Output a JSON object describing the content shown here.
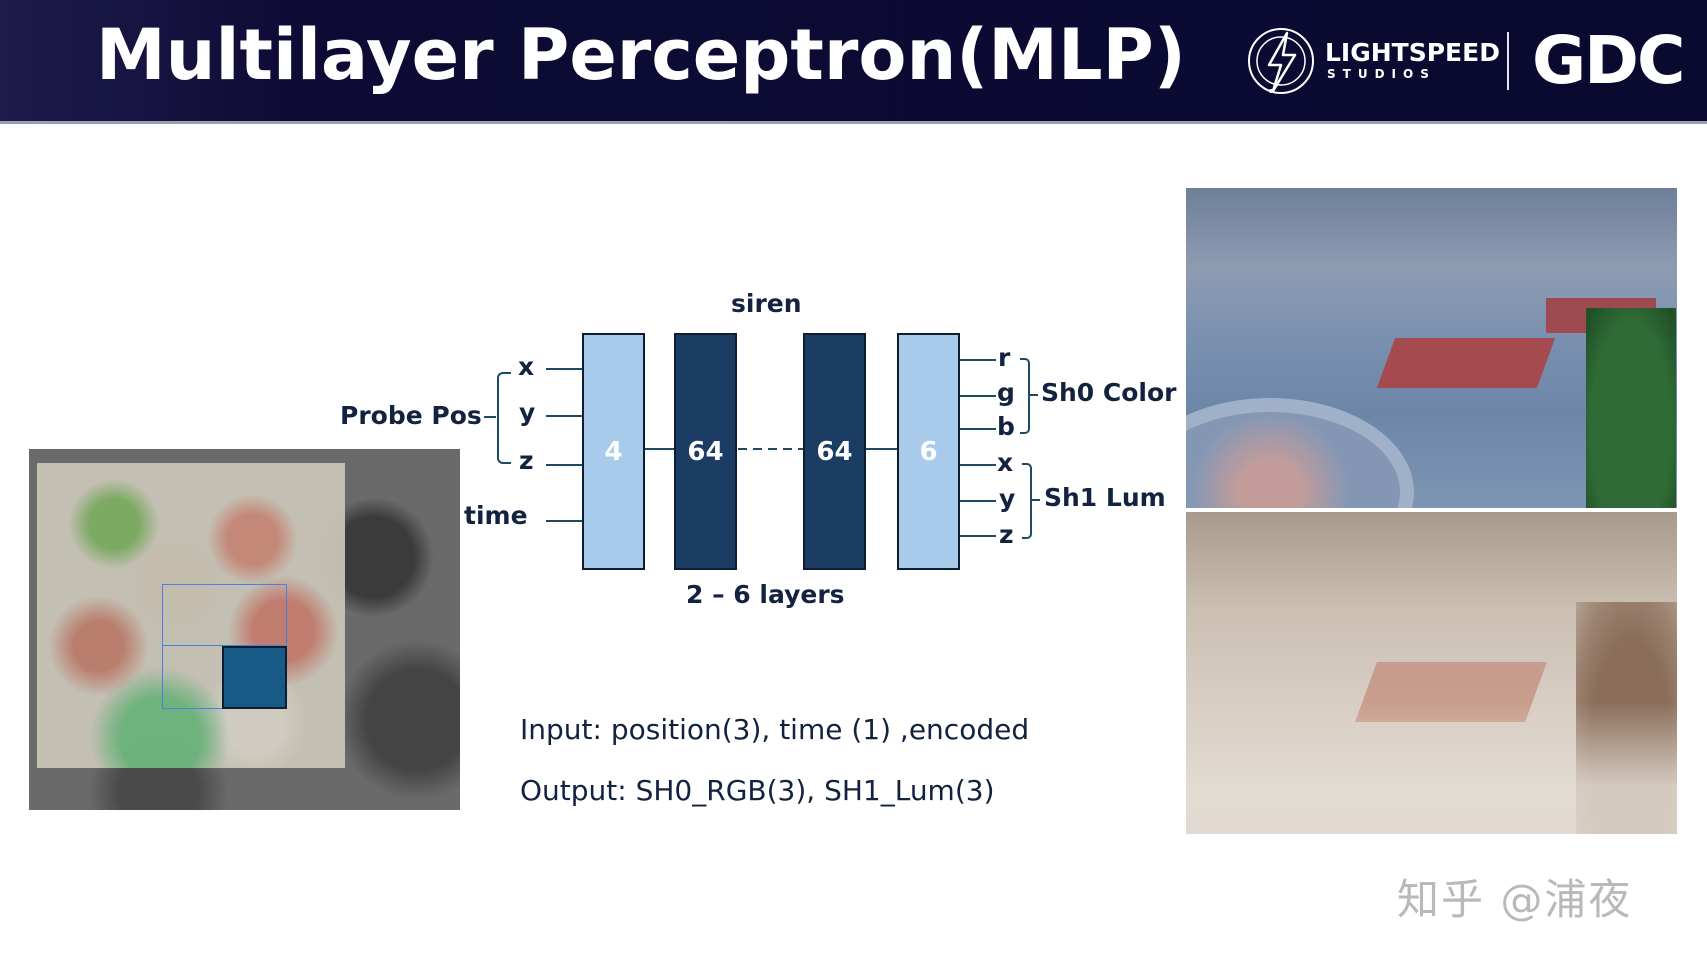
{
  "header": {
    "title": "Multilayer Perceptron(MLP)",
    "logo_lightspeed": "LIGHTSPEED",
    "logo_lightspeed_sub": "STUDIOS",
    "logo_gdc": "GDC",
    "background_color": "#0a0a30"
  },
  "diagram": {
    "network_name": "siren",
    "inputs": {
      "group_label": "Probe Pos",
      "items": [
        "x",
        "y",
        "z"
      ],
      "extra_input": "time"
    },
    "layers": [
      {
        "label": "4",
        "style": "light"
      },
      {
        "label": "64",
        "style": "dark"
      },
      {
        "label": "64",
        "style": "dark"
      },
      {
        "label": "6",
        "style": "light"
      }
    ],
    "layers_caption": "2 – 6 layers",
    "outputs": {
      "sh0_items": [
        "r",
        "g",
        "b"
      ],
      "sh0_label": "Sh0 Color",
      "sh1_items": [
        "x",
        "y",
        "z"
      ],
      "sh1_label": "Sh1 Lum"
    },
    "colors": {
      "light_layer": "#a8cbec",
      "dark_layer": "#1b3d64",
      "wire": "#1f4a66",
      "text": "#13233f"
    }
  },
  "description": {
    "input_line": "Input: position(3), time (1) ,encoded",
    "output_line": "Output: SH0_RGB(3), SH1_Lum(3)"
  },
  "images": {
    "map": "top-down map with probe volume selection",
    "render_top": "lit city scene render",
    "render_bottom": "indirect lighting (SH) visualization"
  },
  "watermark": "知乎 @浦夜"
}
